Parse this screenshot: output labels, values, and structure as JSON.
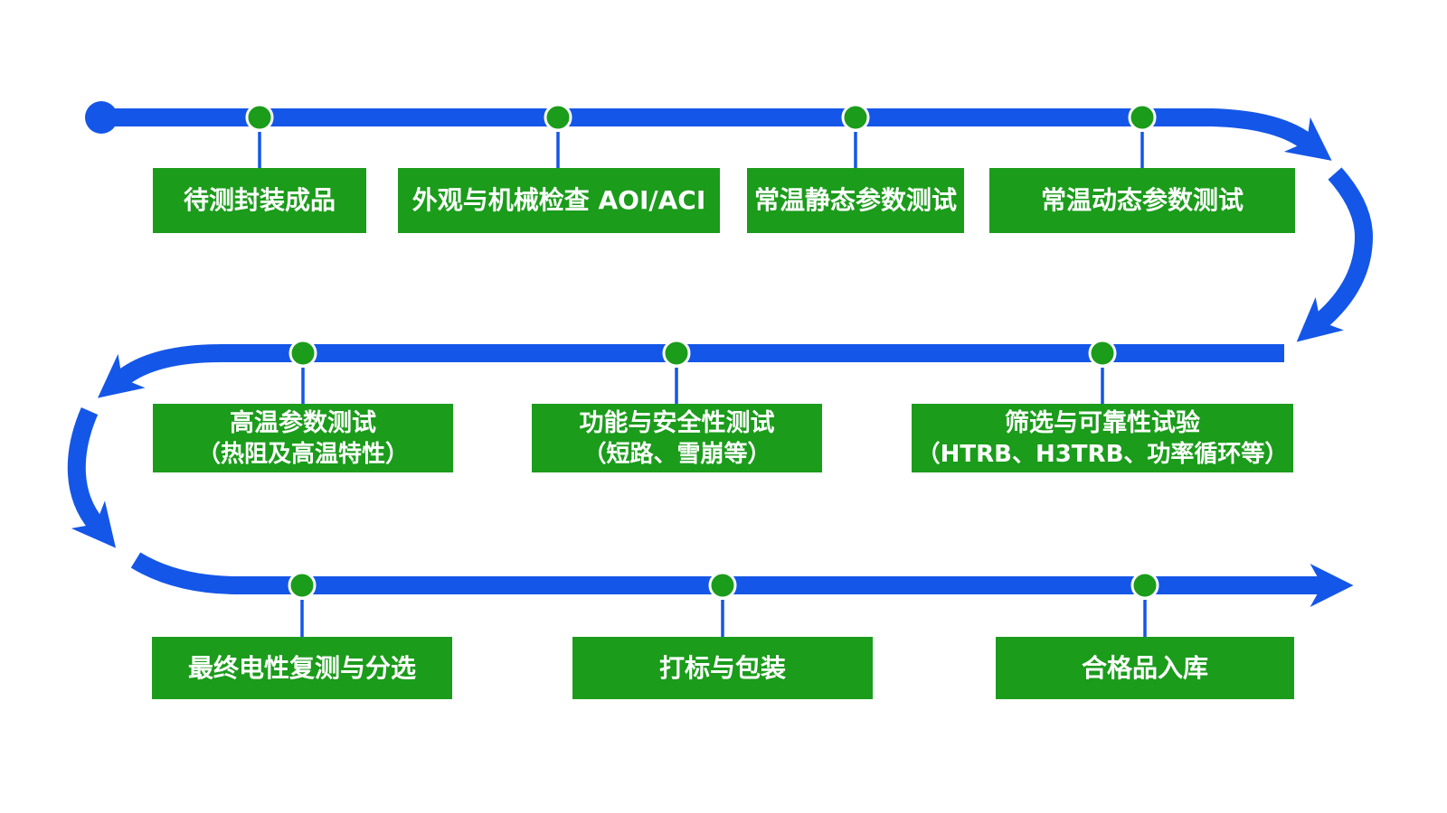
{
  "colors": {
    "flow_blue": "#1456E8",
    "step_green": "#1B9C1B",
    "text_white": "#FFFFFF",
    "background": "#FFFFFF"
  },
  "flow": {
    "rows": [
      {
        "steps": [
          {
            "label": "待测封装成品"
          },
          {
            "label": "外观与机械检查 AOI/ACI"
          },
          {
            "label": "常温静态参数测试"
          },
          {
            "label": "常温动态参数测试"
          }
        ]
      },
      {
        "steps": [
          {
            "label": "高温参数测试",
            "sublabel": "（热阻及高温特性）"
          },
          {
            "label": "功能与安全性测试",
            "sublabel": "（短路、雪崩等）"
          },
          {
            "label": "筛选与可靠性试验",
            "sublabel": "（HTRB、H3TRB、功率循环等）"
          }
        ]
      },
      {
        "steps": [
          {
            "label": "最终电性复测与分选"
          },
          {
            "label": "打标与包装"
          },
          {
            "label": "合格品入库"
          }
        ]
      }
    ]
  }
}
